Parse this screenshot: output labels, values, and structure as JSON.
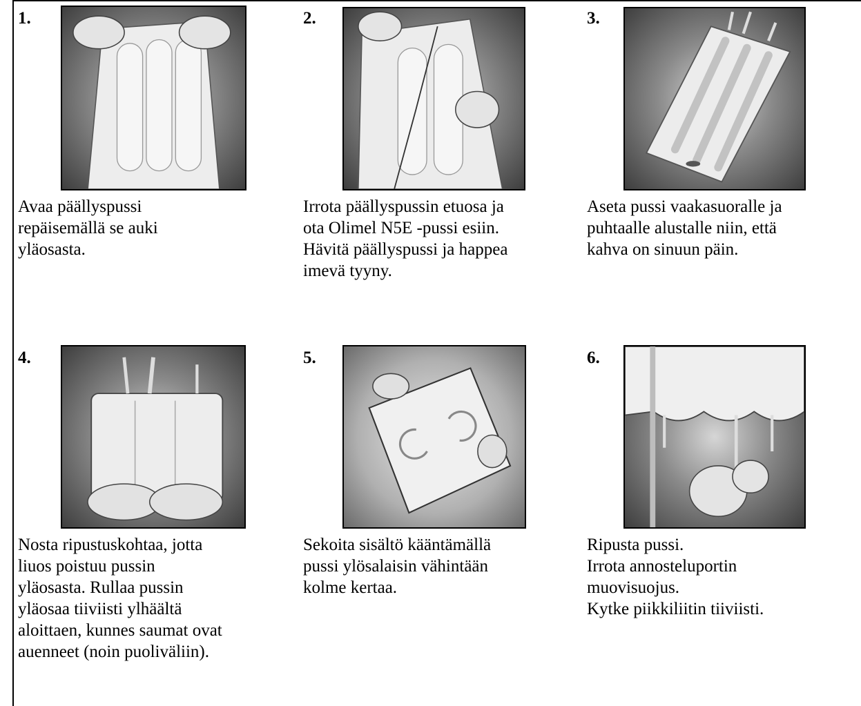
{
  "steps": [
    {
      "number": "1.",
      "illustration_alt": "hands-tearing-overpouch",
      "caption_lines": [
        "Avaa päällyspussi",
        "repäisemällä  se auki",
        "yläosasta."
      ]
    },
    {
      "number": "2.",
      "illustration_alt": "hand-peeling-overpouch-front",
      "caption_lines": [
        "Irrota päällyspussin  etuosa ja",
        "ota Olimel N5E -pussi esiin.",
        "Hävitä päällyspussi  ja happea",
        "imevä  tyyny."
      ]
    },
    {
      "number": "3.",
      "illustration_alt": "bag-on-flat-surface",
      "caption_lines": [
        "Aseta pussi vaakasuoralle  ja",
        "puhtaalle alustalle niin,  että",
        "kahva on sinuun  päin."
      ]
    },
    {
      "number": "4.",
      "illustration_alt": "hands-rolling-bag-top",
      "caption_lines": [
        "Nosta ripustuskohtaa,  jotta",
        "liuos poistuu  pussin",
        "yläosasta. Rullaa  pussin",
        "yläosaa tiiviisti  ylhäältä",
        "aloittaen,  kunnes saumat ovat",
        "auenneet  (noin  puoliväliin)."
      ]
    },
    {
      "number": "5.",
      "illustration_alt": "hands-inverting-bag",
      "caption_lines": [
        "Sekoita sisältö  kääntämällä",
        "pussi ylösalaisin  vähintään",
        "kolme  kertaa."
      ]
    },
    {
      "number": "6.",
      "illustration_alt": "hanging-bag-spike-connection",
      "caption_lines": [
        "Ripusta  pussi.",
        "Irrota annosteluportin",
        "muovisuojus.",
        "Kytke piikkiliitin  tiiviisti."
      ]
    }
  ]
}
